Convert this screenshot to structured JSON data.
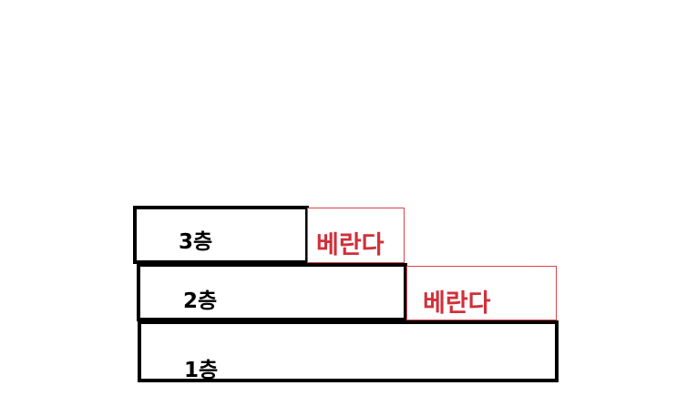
{
  "floors": [
    {
      "label": "3층"
    },
    {
      "label": "2층"
    },
    {
      "label": "1층"
    }
  ],
  "balconies": [
    {
      "label": "베란다"
    },
    {
      "label": "베란다"
    }
  ],
  "colors": {
    "floor_border": "#000000",
    "balcony_border": "#d9434a",
    "balcony_text": "#d0303a"
  }
}
